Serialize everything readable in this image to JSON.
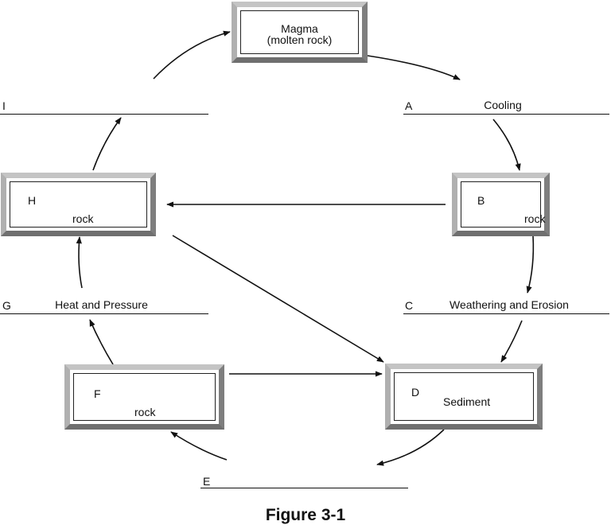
{
  "figure_title": "Figure 3-1",
  "boxes": {
    "magma": {
      "line1": "Magma",
      "line2": "(molten rock)"
    },
    "b": {
      "letter": "B",
      "label": "rock"
    },
    "h": {
      "letter": "H",
      "label": "rock"
    },
    "f": {
      "letter": "F",
      "label": "rock"
    },
    "d": {
      "letter": "D",
      "label": "Sediment"
    }
  },
  "blanks": {
    "a": {
      "letter": "A",
      "text": "Cooling"
    },
    "c": {
      "letter": "C",
      "text": "Weathering and Erosion"
    },
    "e": {
      "letter": "E",
      "text": ""
    },
    "g": {
      "letter": "G",
      "text": "Heat and Pressure"
    },
    "i": {
      "letter": "I",
      "text": ""
    }
  }
}
